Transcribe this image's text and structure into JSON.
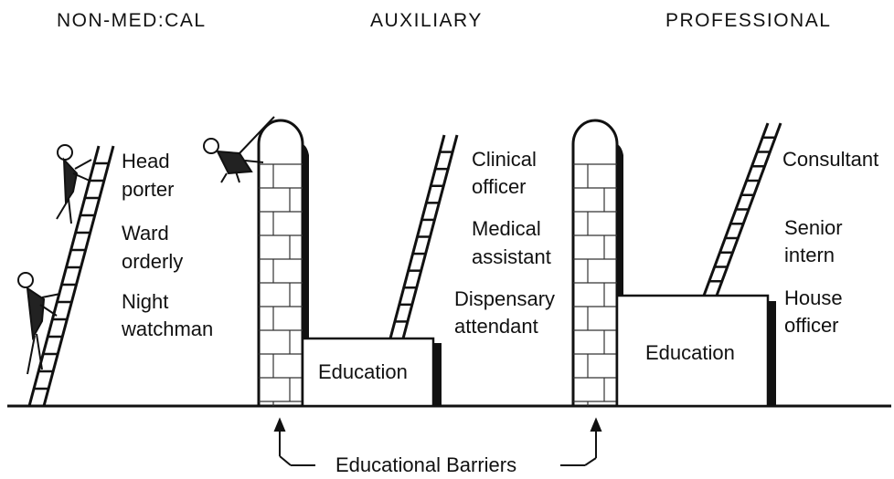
{
  "headers": {
    "non_medical": "NON-MED:CAL",
    "auxiliary": "AUXILIARY",
    "professional": "PROFESSIONAL"
  },
  "non_medical_ladder": {
    "rungs": [
      "Head",
      "porter",
      "Ward",
      "orderly",
      "Night",
      "watchman"
    ]
  },
  "auxiliary_ladder": {
    "rungs": [
      "Clinical",
      "officer",
      "Medical",
      "assistant",
      "Dispensary",
      "attendant"
    ],
    "base_label": "Education"
  },
  "professional_ladder": {
    "rungs": [
      "Consultant",
      "Senior",
      "intern",
      "House",
      "officer"
    ],
    "base_label": "Education"
  },
  "barrier_label": "Educational Barriers"
}
